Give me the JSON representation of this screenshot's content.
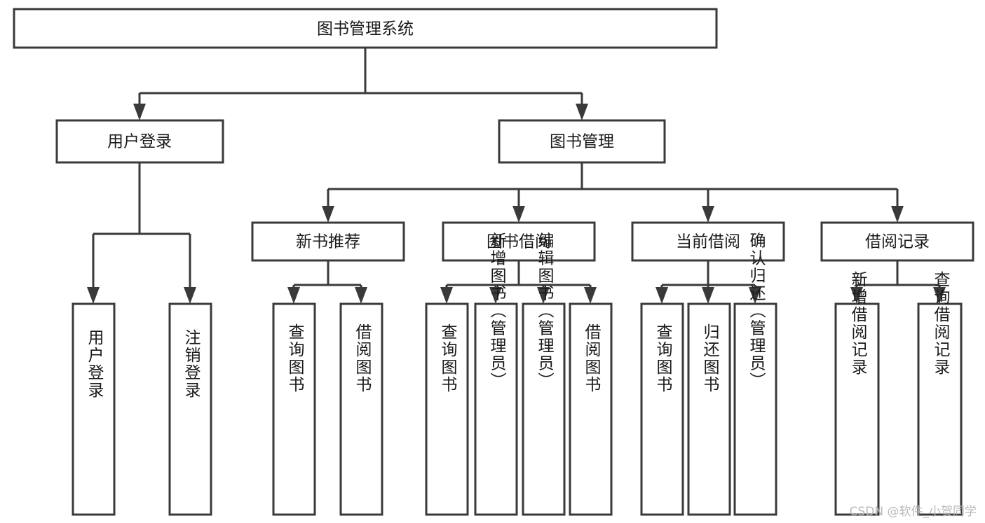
{
  "diagram": {
    "type": "tree-hierarchy",
    "title": "图书管理系统",
    "watermark": "CSDN @软件_小贺同学",
    "colors": {
      "box_stroke": "#3a3a3a",
      "box_fill": "#ffffff",
      "text": "#1a1a1a",
      "background": "#ffffff",
      "watermark": "#b9b9b9"
    },
    "nodes": {
      "root": {
        "label": "图书管理系统"
      },
      "level1": [
        {
          "id": "user-login",
          "label": "用户登录"
        },
        {
          "id": "book-manage",
          "label": "图书管理"
        }
      ],
      "level2": [
        {
          "id": "new-book-recommend",
          "label": "新书推荐"
        },
        {
          "id": "book-borrow",
          "label": "图书借阅"
        },
        {
          "id": "current-borrow",
          "label": "当前借阅"
        },
        {
          "id": "borrow-record",
          "label": "借阅记录"
        }
      ],
      "leaves": {
        "user-login": [
          {
            "id": "leaf-user-login",
            "label": "用户登录"
          },
          {
            "id": "leaf-logout",
            "label": "注销登录"
          }
        ],
        "new-book-recommend": [
          {
            "id": "leaf-query-book-1",
            "label": "查询图书"
          },
          {
            "id": "leaf-borrow-book-1",
            "label": "借阅图书"
          }
        ],
        "book-borrow": [
          {
            "id": "leaf-query-book-2",
            "label": "查询图书"
          },
          {
            "id": "leaf-add-book",
            "label": "新增图书（管理员）"
          },
          {
            "id": "leaf-edit-book",
            "label": "编辑图书（管理员）"
          },
          {
            "id": "leaf-borrow-book-2",
            "label": "借阅图书"
          }
        ],
        "current-borrow": [
          {
            "id": "leaf-query-book-3",
            "label": "查询图书"
          },
          {
            "id": "leaf-return-book",
            "label": "归还图书"
          },
          {
            "id": "leaf-confirm-return",
            "label": "确认归还（管理员）"
          }
        ],
        "borrow-record": [
          {
            "id": "leaf-add-record",
            "label": "新增借阅记录"
          },
          {
            "id": "leaf-query-record",
            "label": "查询借阅记录"
          }
        ]
      }
    }
  }
}
